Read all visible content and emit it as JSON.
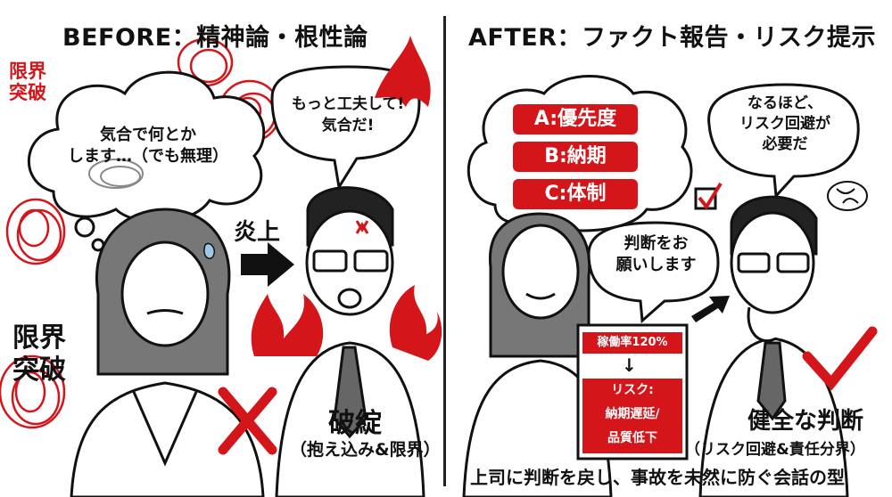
{
  "left_panel": {
    "title": "BEFORE：精神論・根性論",
    "corner_label": "限界\n突破",
    "thought_bubble": "気合で何とか\nします…（でも無理）",
    "speech_bubble": "もっと工夫して!\n気合だ!",
    "arrow_label": "炎上",
    "badge": "限界\n突破",
    "result_title": "破綻",
    "result_sub": "（抱え込み&限界）"
  },
  "right_panel": {
    "title": "AFTER：ファクト報告・リスク提示",
    "options": [
      "A:優先度",
      "B:納期",
      "C:体制"
    ],
    "boss_bubble": "なるほど、\nリスク回避が\n必要だ",
    "employee_bubble": "判断をお\n願いします",
    "report_top": "稼働率120%",
    "report_arrow": "↓",
    "report_bottom": "リスク:\n納期遅延/\n品質低下",
    "result_title": "健全な判断",
    "result_sub": "（リスク回避&責任分界）",
    "footer": "上司に判断を戻し、事故を未然に防ぐ会話の型"
  },
  "colors": {
    "accent_red": "#d4161b",
    "ink": "#111111",
    "gray": "#8a8a8a"
  }
}
